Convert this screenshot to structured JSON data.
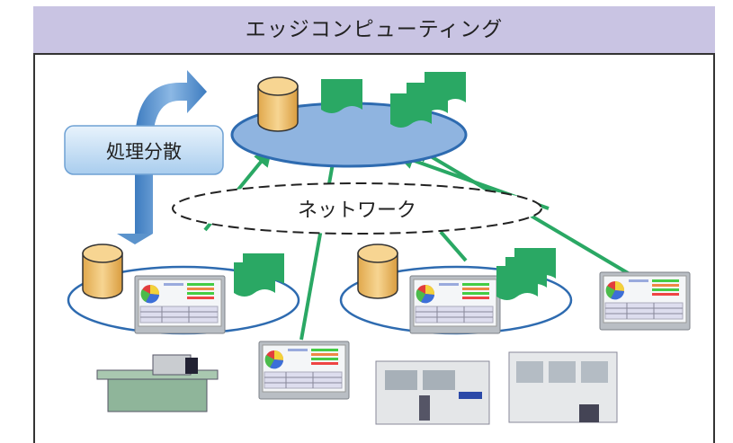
{
  "title": "エッジコンピューティング",
  "process_label": "処理分散",
  "network_label": "ネットワーク",
  "colors": {
    "title_bg": "#c9c4e3",
    "cloud_fill": "#8fb4e0",
    "ring_stroke": "#2e6bb0",
    "green": "#2aa864",
    "db_fill": "#f3c26b",
    "arrow_blue": "#5b93cc",
    "process_box": "#bcd9f2"
  }
}
